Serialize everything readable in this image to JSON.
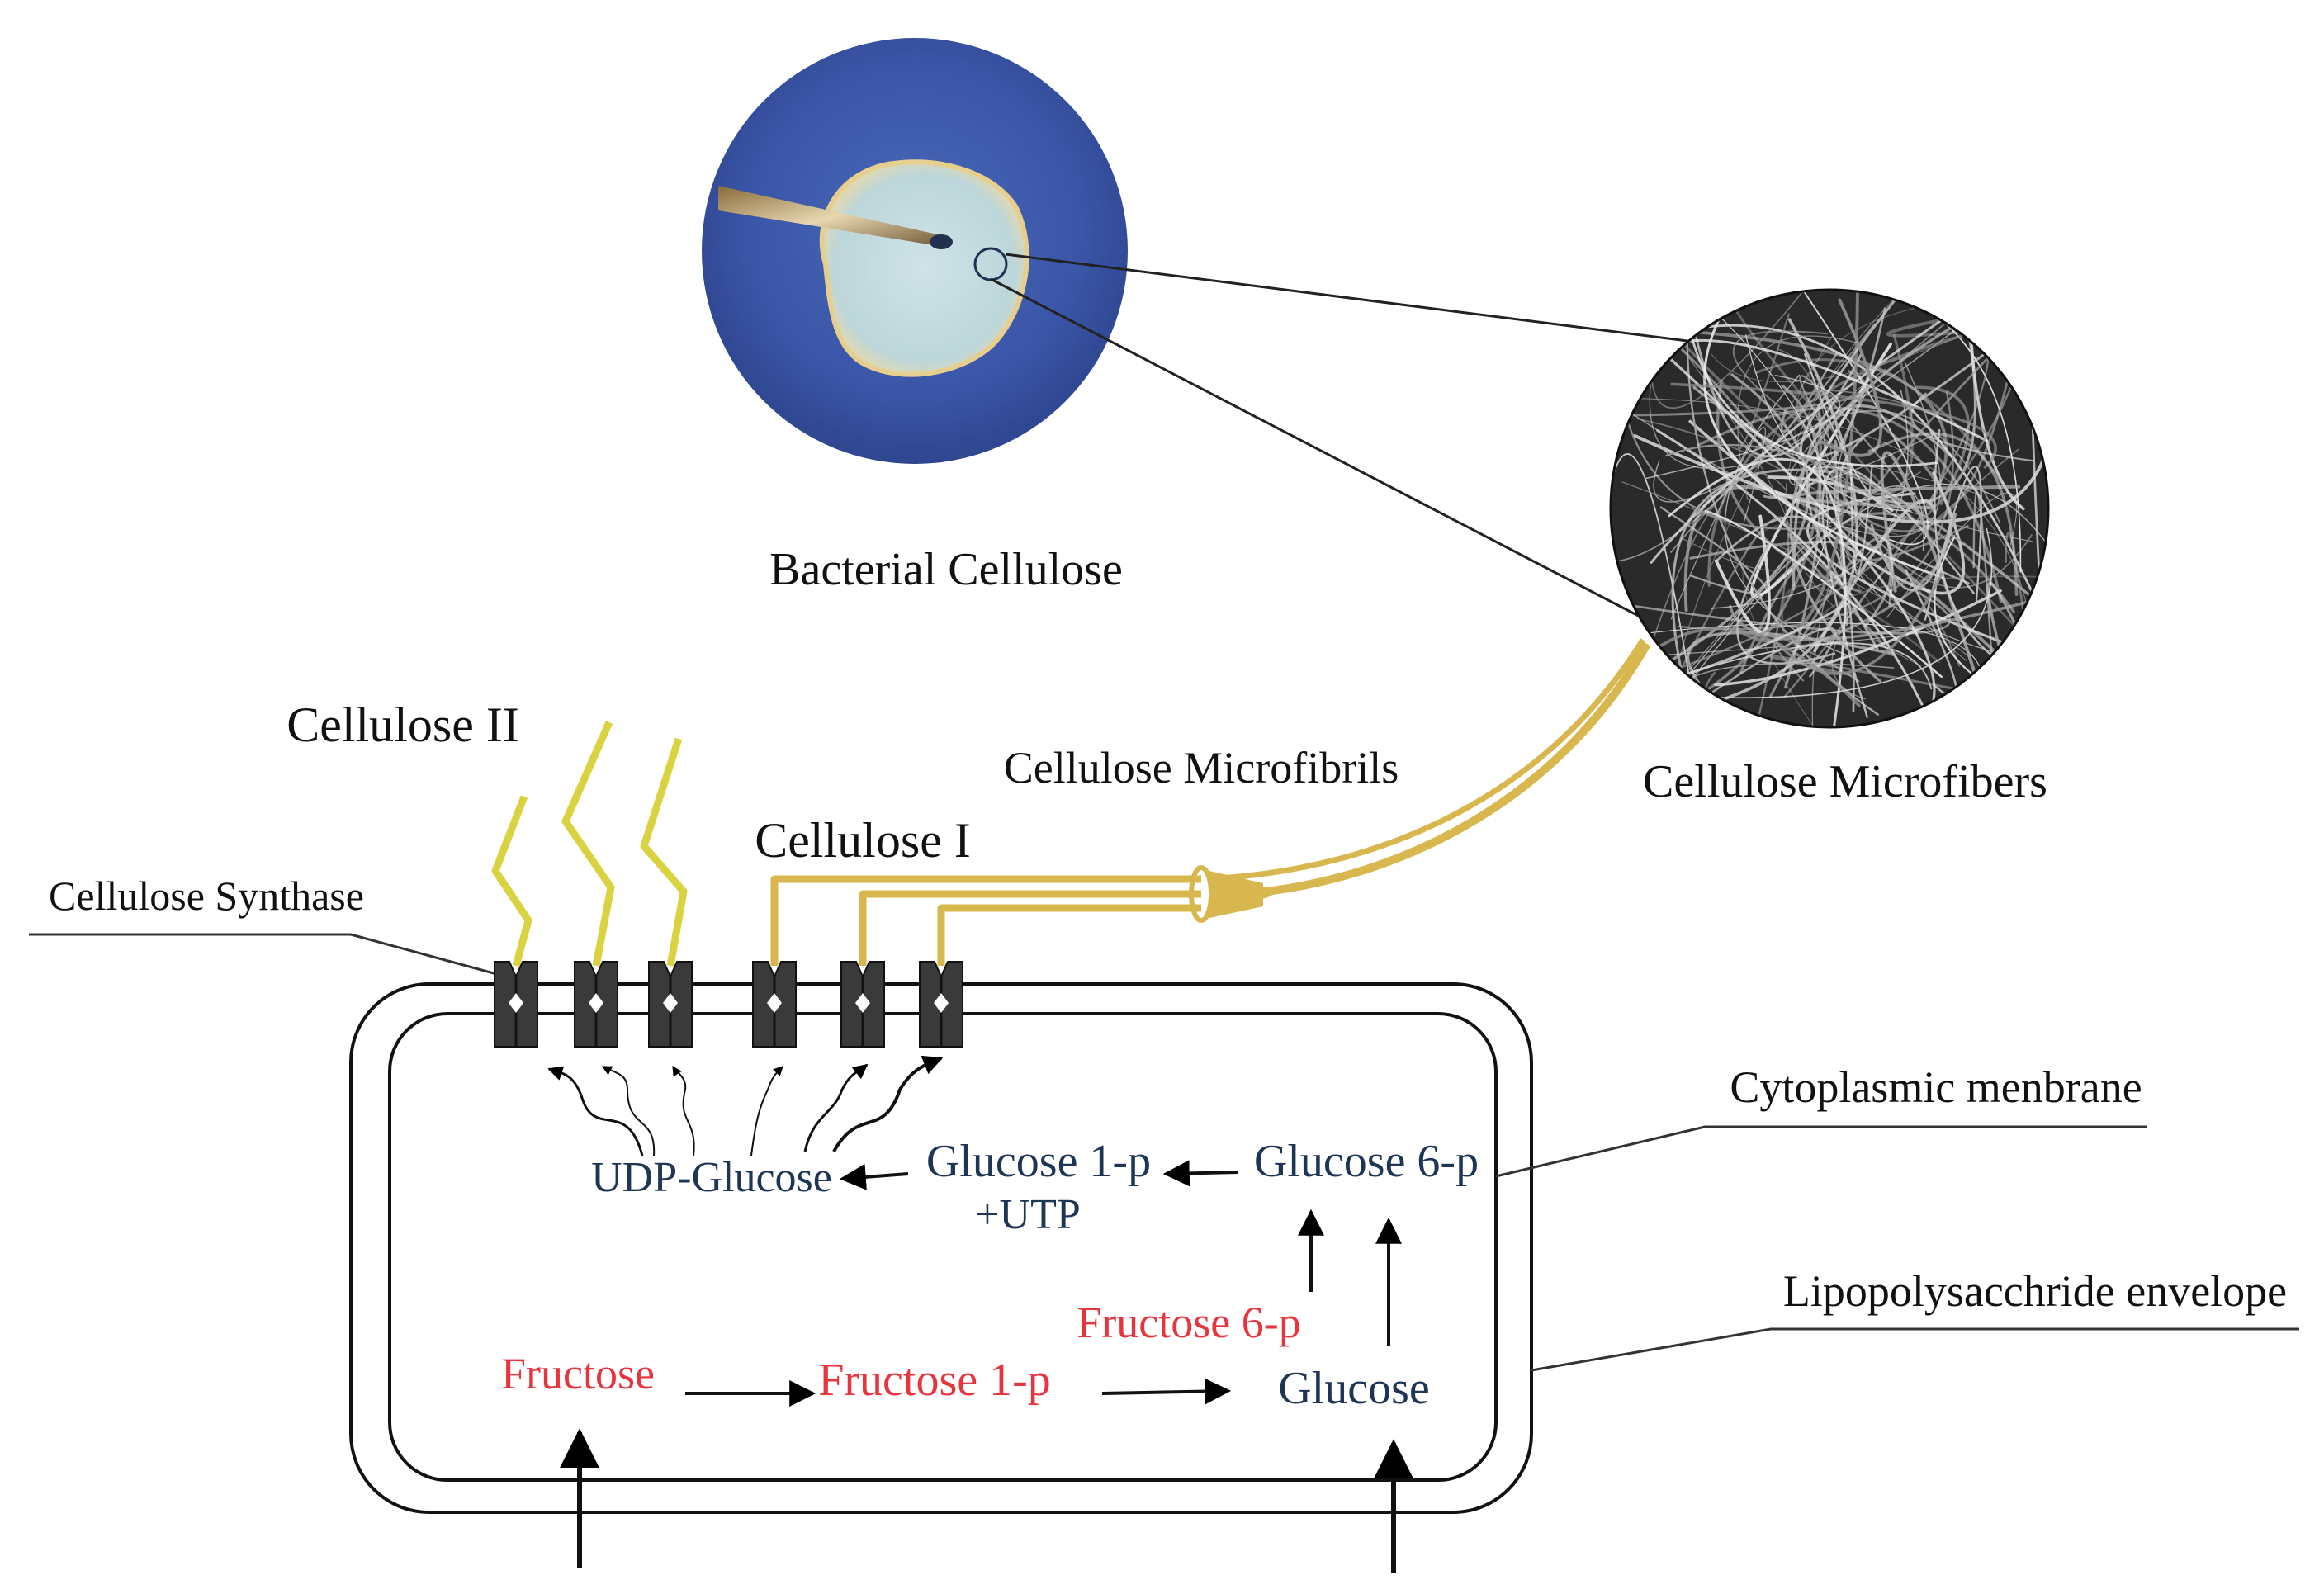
{
  "photo": {
    "label": "Bacterial Cellulose"
  },
  "sem": {
    "label": "Cellulose Microfibers"
  },
  "fibers": {
    "cellulose_ii": "Cellulose II",
    "cellulose_i": "Cellulose I",
    "microfibrils": "Cellulose Microfibrils",
    "synthase": "Cellulose Synthase",
    "fiber_color": "#d9d341",
    "bundle_color": "#d8b84e"
  },
  "cell": {
    "cytoplasmic_membrane": "Cytoplasmic menbrane",
    "lps_envelope": "Lipopolysacchride envelope"
  },
  "pathway": {
    "udp_glucose": "UDP-Glucose",
    "glucose_1p": "Glucose 1-p",
    "utp": "+UTP",
    "glucose_6p": "Glucose 6-p",
    "fructose_6p": "Fructose 6-p",
    "fructose": "Fructose",
    "fructose_1p": "Fructose 1-p",
    "glucose": "Glucose",
    "red_color": "#e8343c",
    "navy_color": "#1f3556"
  }
}
